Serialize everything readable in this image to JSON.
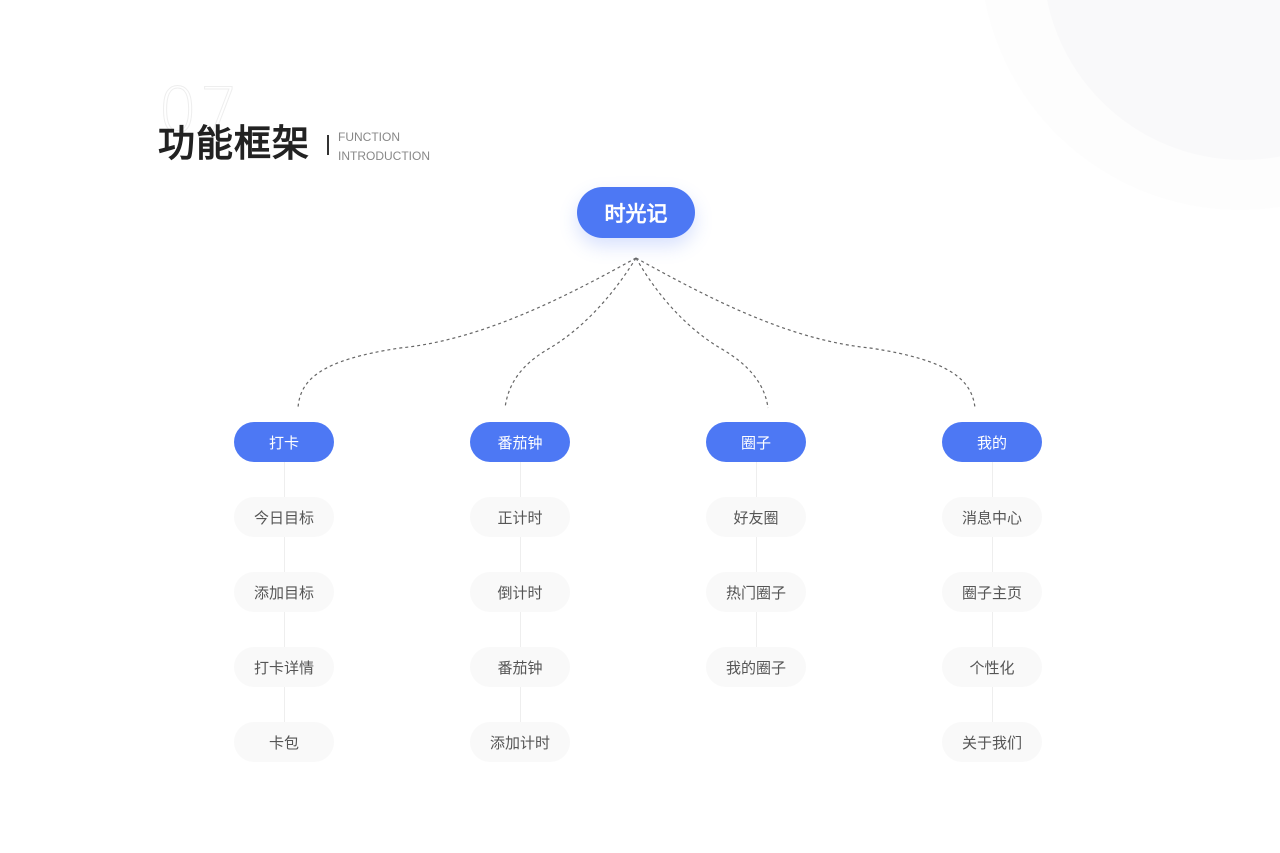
{
  "header": {
    "section_number": "07",
    "title": "功能框架",
    "subtitle_line1": "FUNCTION",
    "subtitle_line2": "INTRODUCTION"
  },
  "root": {
    "label": "时光记"
  },
  "colors": {
    "accent": "#4d78f4",
    "leaf_bg": "#f9f9f9",
    "leaf_text": "#555555"
  },
  "branches": [
    {
      "label": "打卡",
      "children": [
        "今日目标",
        "添加目标",
        "打卡详情",
        "卡包"
      ]
    },
    {
      "label": "番茄钟",
      "children": [
        "正计时",
        "倒计时",
        "番茄钟",
        "添加计时"
      ]
    },
    {
      "label": "圈子",
      "children": [
        "好友圈",
        "热门圈子",
        "我的圈子"
      ]
    },
    {
      "label": "我的",
      "children": [
        "消息中心",
        "圈子主页",
        "个性化",
        "关于我们"
      ]
    }
  ]
}
